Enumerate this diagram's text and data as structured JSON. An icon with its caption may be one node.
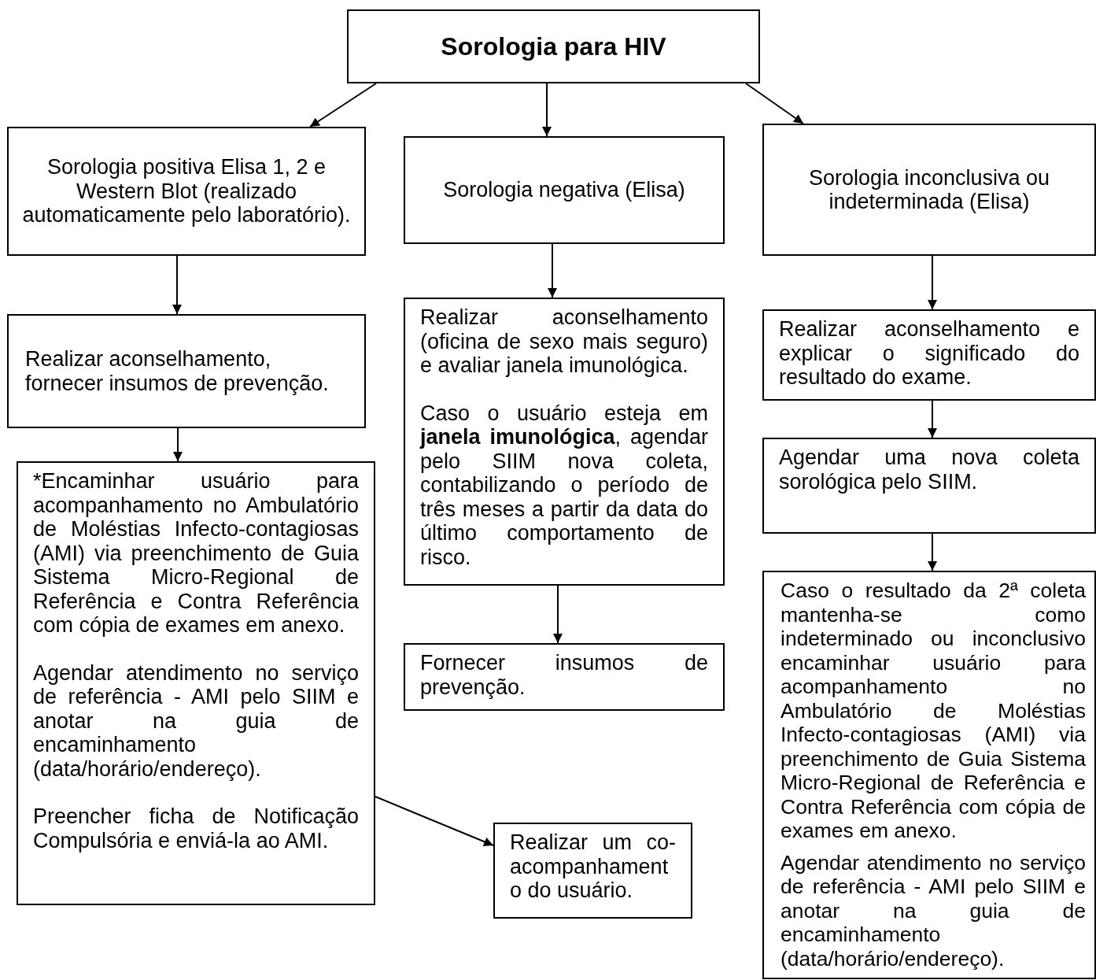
{
  "diagram": {
    "nodes": [
      {
        "text": [
          "Sorologia para HIV"
        ]
      },
      {
        "text": [
          "Sorologia positiva Elisa 1, 2 e Western Blot (realizado automaticamente pelo laboratório)."
        ]
      },
      {
        "text": [
          "Sorologia negativa (Elisa)"
        ]
      },
      {
        "text": [
          "Sorologia inconclusiva ou indeterminada (Elisa)"
        ]
      },
      {
        "text": [
          "Realizar aconselhamento, fornecer insumos de prevenção."
        ]
      },
      {
        "text": [
          "Realizar aconselhamento (oficina de sexo mais seguro) e avaliar janela imunológica.",
          "Caso o usuário esteja em **janela imunológica**, agendar pelo SIIM nova coleta, contabilizando o período de três meses a partir da data do último comportamento de risco."
        ]
      },
      {
        "text": [
          "Realizar aconselhamento e explicar o significado do resultado do exame."
        ]
      },
      {
        "text": [
          "*Encaminhar usuário para acompanhamento no Ambulatório de Moléstias Infecto-contagiosas (AMI) via preenchimento de Guia Sistema Micro-Regional de Referência e Contra Referência com cópia de exames em anexo.",
          "Agendar atendimento no serviço de referência - AMI pelo SIIM e anotar na guia de encaminhamento (data/horário/endereço).",
          "Preencher ficha de Notificação Compulsória e enviá-la ao AMI."
        ]
      },
      {
        "text": [
          "Fornecer insumos de prevenção."
        ]
      },
      {
        "text": [
          "Agendar uma nova coleta sorológica pelo SIIM."
        ]
      },
      {
        "text": [
          "Realizar um co-acompanhamento do usuário."
        ]
      },
      {
        "text": [
          "Caso o resultado da 2ª coleta mantenha-se como indeterminado ou inconclusivo encaminhar usuário para acompanhamento no Ambulatório de Moléstias Infecto-contagiosas (AMI) via preenchimento de Guia Sistema Micro-Regional de Referência e Contra Referência com cópia de exames em anexo.",
          "Agendar atendimento no serviço de referência - AMI pelo SIIM e anotar na guia de encaminhamento (data/horário/endereço)."
        ]
      }
    ],
    "edges": [
      {
        "from": 0,
        "to": 1,
        "arrow": "to"
      },
      {
        "from": 0,
        "to": 2,
        "arrow": "to"
      },
      {
        "from": 0,
        "to": 3,
        "arrow": "to"
      },
      {
        "from": 1,
        "to": 4,
        "arrow": "to"
      },
      {
        "from": 4,
        "to": 7,
        "arrow": "to"
      },
      {
        "from": 7,
        "to": 10,
        "arrow": "to"
      },
      {
        "from": 2,
        "to": 5,
        "arrow": "to"
      },
      {
        "from": 5,
        "to": 8,
        "arrow": "to"
      },
      {
        "from": 3,
        "to": 6,
        "arrow": "to"
      },
      {
        "from": 6,
        "to": 9,
        "arrow": "to"
      },
      {
        "from": 9,
        "to": 11,
        "arrow": "to"
      }
    ]
  }
}
